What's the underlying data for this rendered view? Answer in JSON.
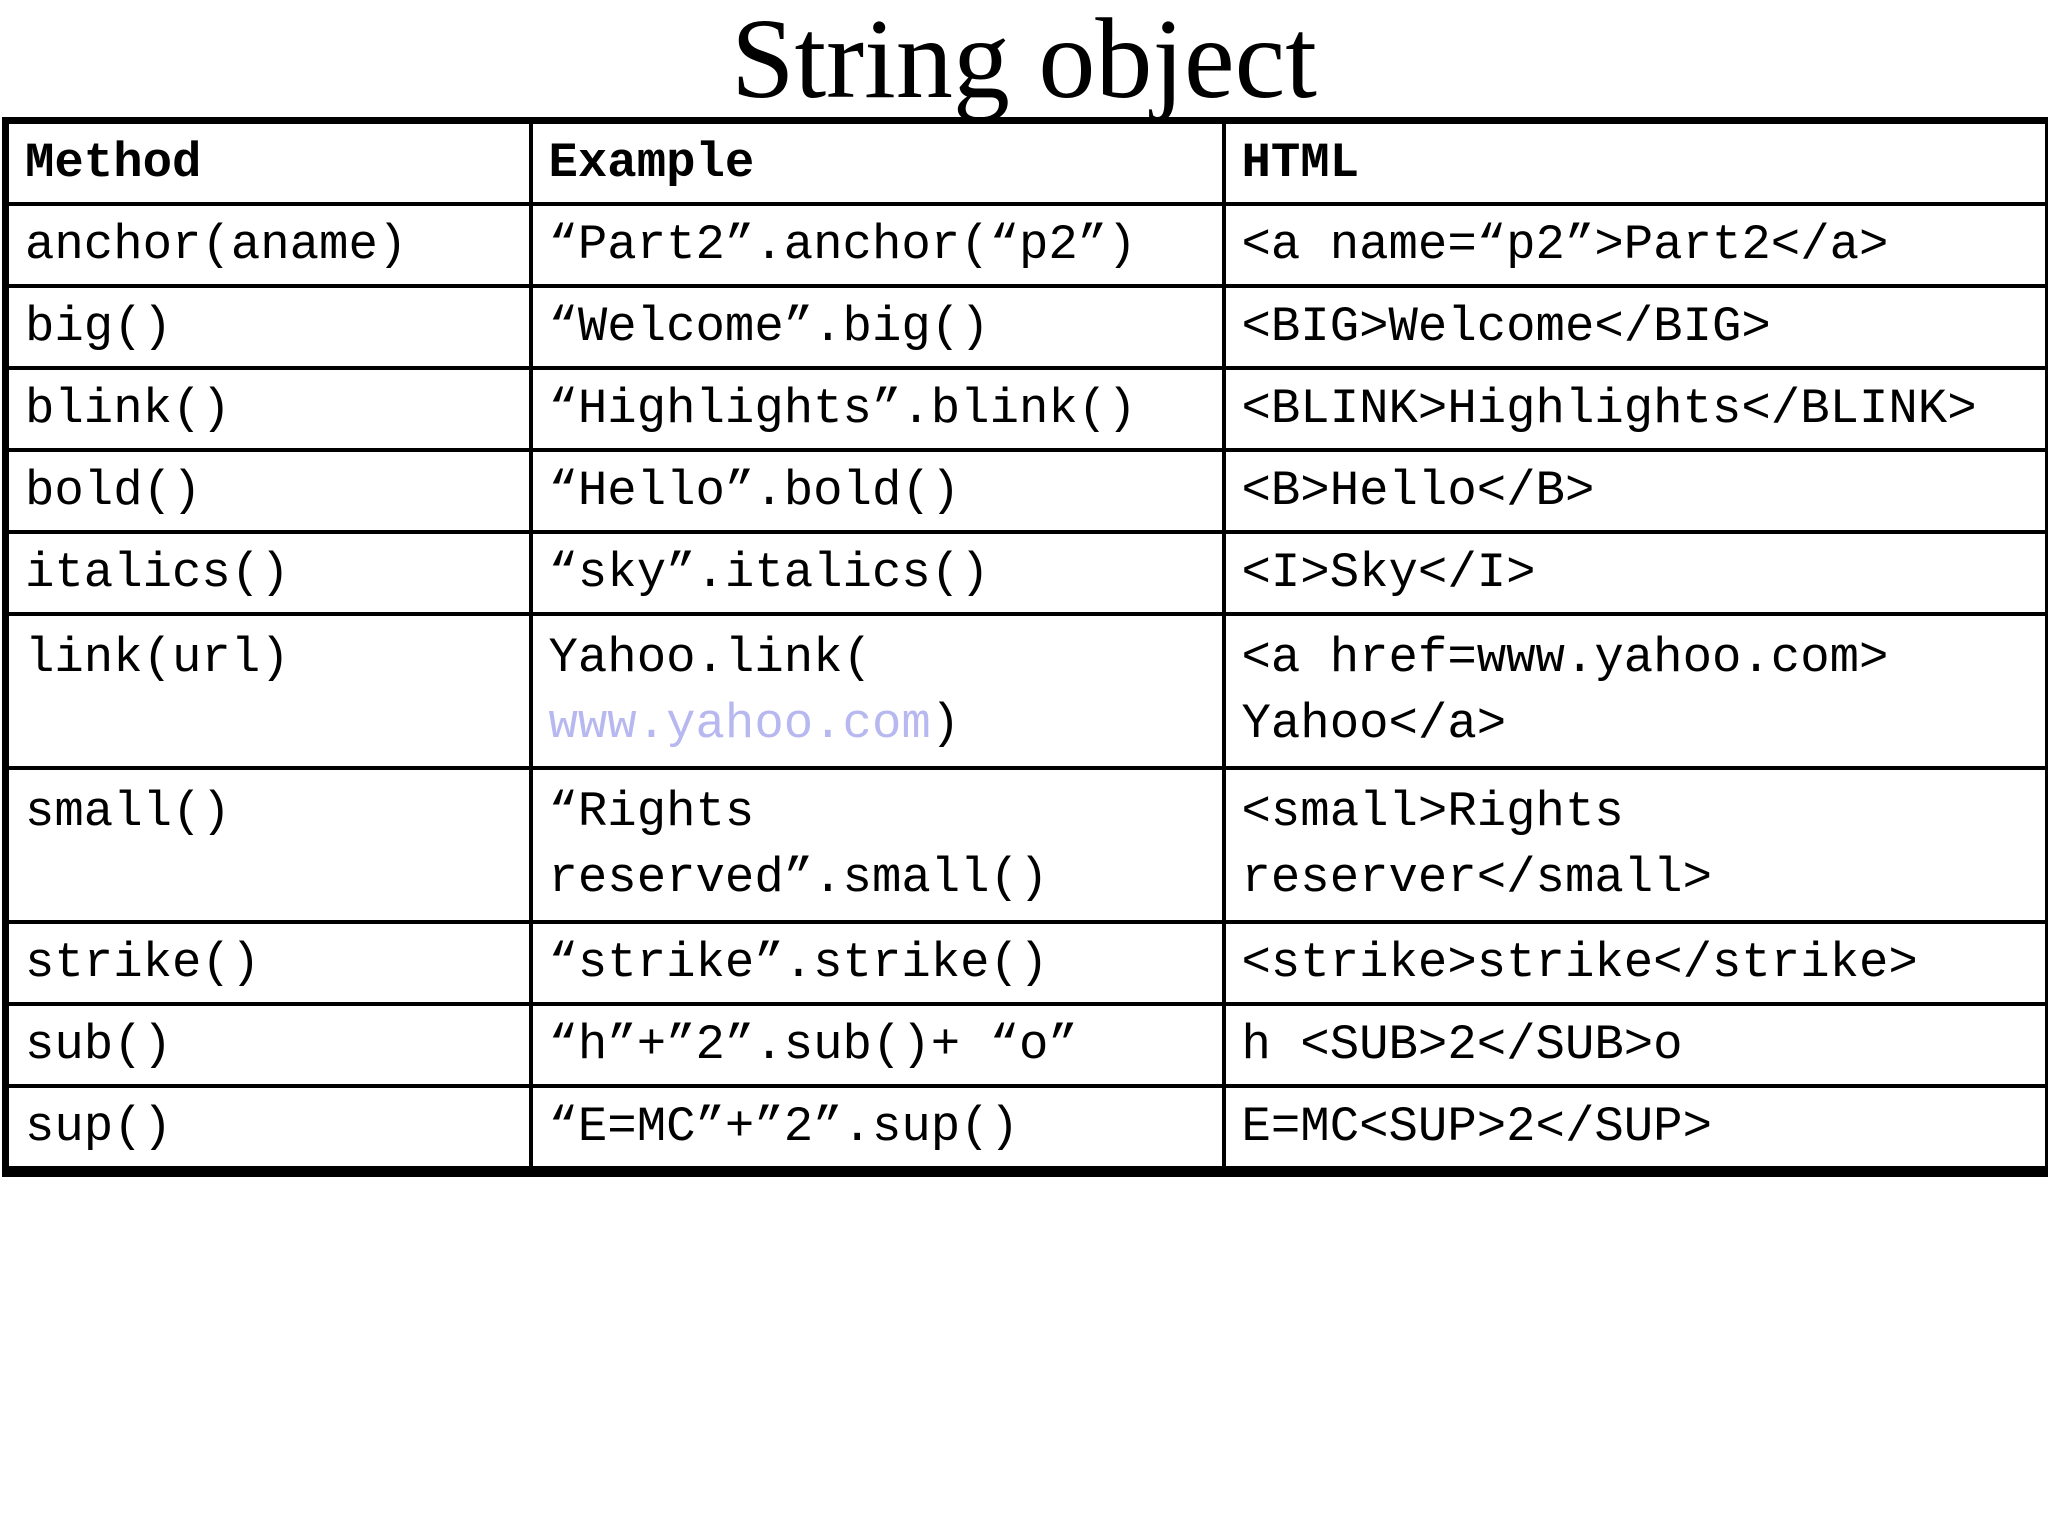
{
  "title": "String object",
  "colors": {
    "background": "#ffffff",
    "text": "#000000",
    "border": "#000000",
    "url_text": "#b8b8f0"
  },
  "table": {
    "headers": [
      "Method",
      "Example",
      "HTML"
    ],
    "rows": [
      {
        "method": [
          [
            {
              "t": "anchor(aname)"
            }
          ]
        ],
        "example": [
          [
            {
              "t": "“Part2”.anchor(“p2”)"
            }
          ]
        ],
        "html": [
          [
            {
              "t": "<a name=“p2”>Part2</a>"
            }
          ]
        ]
      },
      {
        "method": [
          [
            {
              "t": "big()"
            }
          ]
        ],
        "example": [
          [
            {
              "t": "“Welcome”.big()"
            }
          ]
        ],
        "html": [
          [
            {
              "t": "<BIG>Welcome</BIG>"
            }
          ]
        ]
      },
      {
        "method": [
          [
            {
              "t": "blink()"
            }
          ]
        ],
        "example": [
          [
            {
              "t": "“Highlights”.blink()"
            }
          ]
        ],
        "html": [
          [
            {
              "t": "<BLINK>Highlights</BLINK>"
            }
          ]
        ]
      },
      {
        "method": [
          [
            {
              "t": "bold()"
            }
          ]
        ],
        "example": [
          [
            {
              "t": "“Hello”.bold()"
            }
          ]
        ],
        "html": [
          [
            {
              "t": "<B>Hello</B>"
            }
          ]
        ]
      },
      {
        "method": [
          [
            {
              "t": "italics()"
            }
          ]
        ],
        "example": [
          [
            {
              "t": "“sky”.italics()"
            }
          ]
        ],
        "html": [
          [
            {
              "t": "<I>Sky</I>"
            }
          ]
        ]
      },
      {
        "method": [
          [
            {
              "t": "link(url)"
            }
          ]
        ],
        "example": [
          [
            {
              "t": "Yahoo.link("
            }
          ],
          [
            {
              "t": "www.yahoo.com",
              "style": "url"
            },
            {
              "t": ")"
            }
          ]
        ],
        "html": [
          [
            {
              "t": "<a href=www.yahoo.com>"
            }
          ],
          [
            {
              "t": "Yahoo</a>"
            }
          ]
        ]
      },
      {
        "method": [
          [
            {
              "t": "small()"
            }
          ]
        ],
        "example": [
          [
            {
              "t": "“Rights"
            }
          ],
          [
            {
              "t": "reserved”.small()"
            }
          ]
        ],
        "html": [
          [
            {
              "t": "<small>Rights"
            }
          ],
          [
            {
              "t": "reserver</small>"
            }
          ]
        ]
      },
      {
        "method": [
          [
            {
              "t": "strike()"
            }
          ]
        ],
        "example": [
          [
            {
              "t": "“strike”.strike()"
            }
          ]
        ],
        "html": [
          [
            {
              "t": "<strike>strike</strike>"
            }
          ]
        ]
      },
      {
        "method": [
          [
            {
              "t": "sub()"
            }
          ]
        ],
        "example": [
          [
            {
              "t": "“h”+”2”.sub()+ “o”"
            }
          ]
        ],
        "html": [
          [
            {
              "t": "h <SUB>2</SUB>o"
            }
          ]
        ]
      },
      {
        "method": [
          [
            {
              "t": "sup()"
            }
          ]
        ],
        "example": [
          [
            {
              "t": "“E=MC”+”2”.sup()"
            }
          ]
        ],
        "html": [
          [
            {
              "t": "E=MC<SUP>2</SUP>"
            }
          ]
        ]
      }
    ]
  }
}
